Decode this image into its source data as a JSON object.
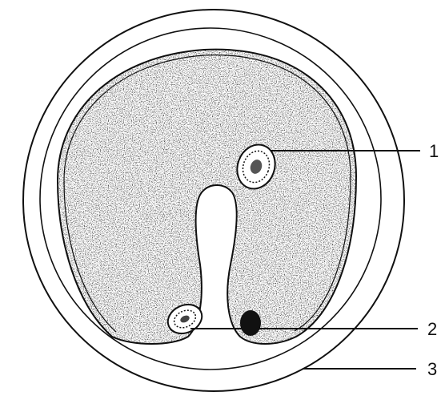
{
  "colors": {
    "ink": "#111111",
    "background": "#ffffff"
  },
  "labels": [
    {
      "id": "1",
      "text": "1"
    },
    {
      "id": "2",
      "text": "2"
    },
    {
      "id": "3",
      "text": "3"
    }
  ]
}
